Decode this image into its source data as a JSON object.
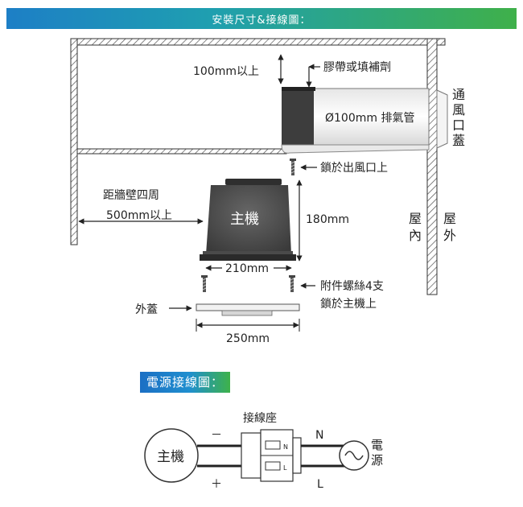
{
  "header": {
    "title": "安裝尺寸&接線圖："
  },
  "install": {
    "gap_label": "100mm以上",
    "sealant_label": "膠帶或填補劑",
    "duct_label": "Ø100mm 排氣管",
    "vent_cap_chars": [
      "通",
      "風",
      "口",
      "蓋"
    ],
    "lock_outlet_label": "鎖於出風口上",
    "wall_distance_line1": "距牆壁四周",
    "wall_distance_line2": "500mm以上",
    "main_unit_label": "主機",
    "height_label": "180mm",
    "indoor_chars": [
      "屋",
      "內"
    ],
    "outdoor_chars": [
      "屋",
      "外"
    ],
    "body_width_label": "210mm",
    "screws_line1": "附件螺絲4支",
    "screws_line2": "鎖於主機上",
    "cover_label": "外蓋",
    "cover_width_label": "250mm"
  },
  "wiring": {
    "title": "電源接線圖：",
    "terminal_label": "接線座",
    "main_unit_label": "主機",
    "minus_label": "－",
    "plus_label": "＋",
    "n_label": "N",
    "l_label": "L",
    "terminal_n_mark": "N",
    "terminal_l_mark": "L",
    "power_chars": [
      "電",
      "源"
    ]
  }
}
